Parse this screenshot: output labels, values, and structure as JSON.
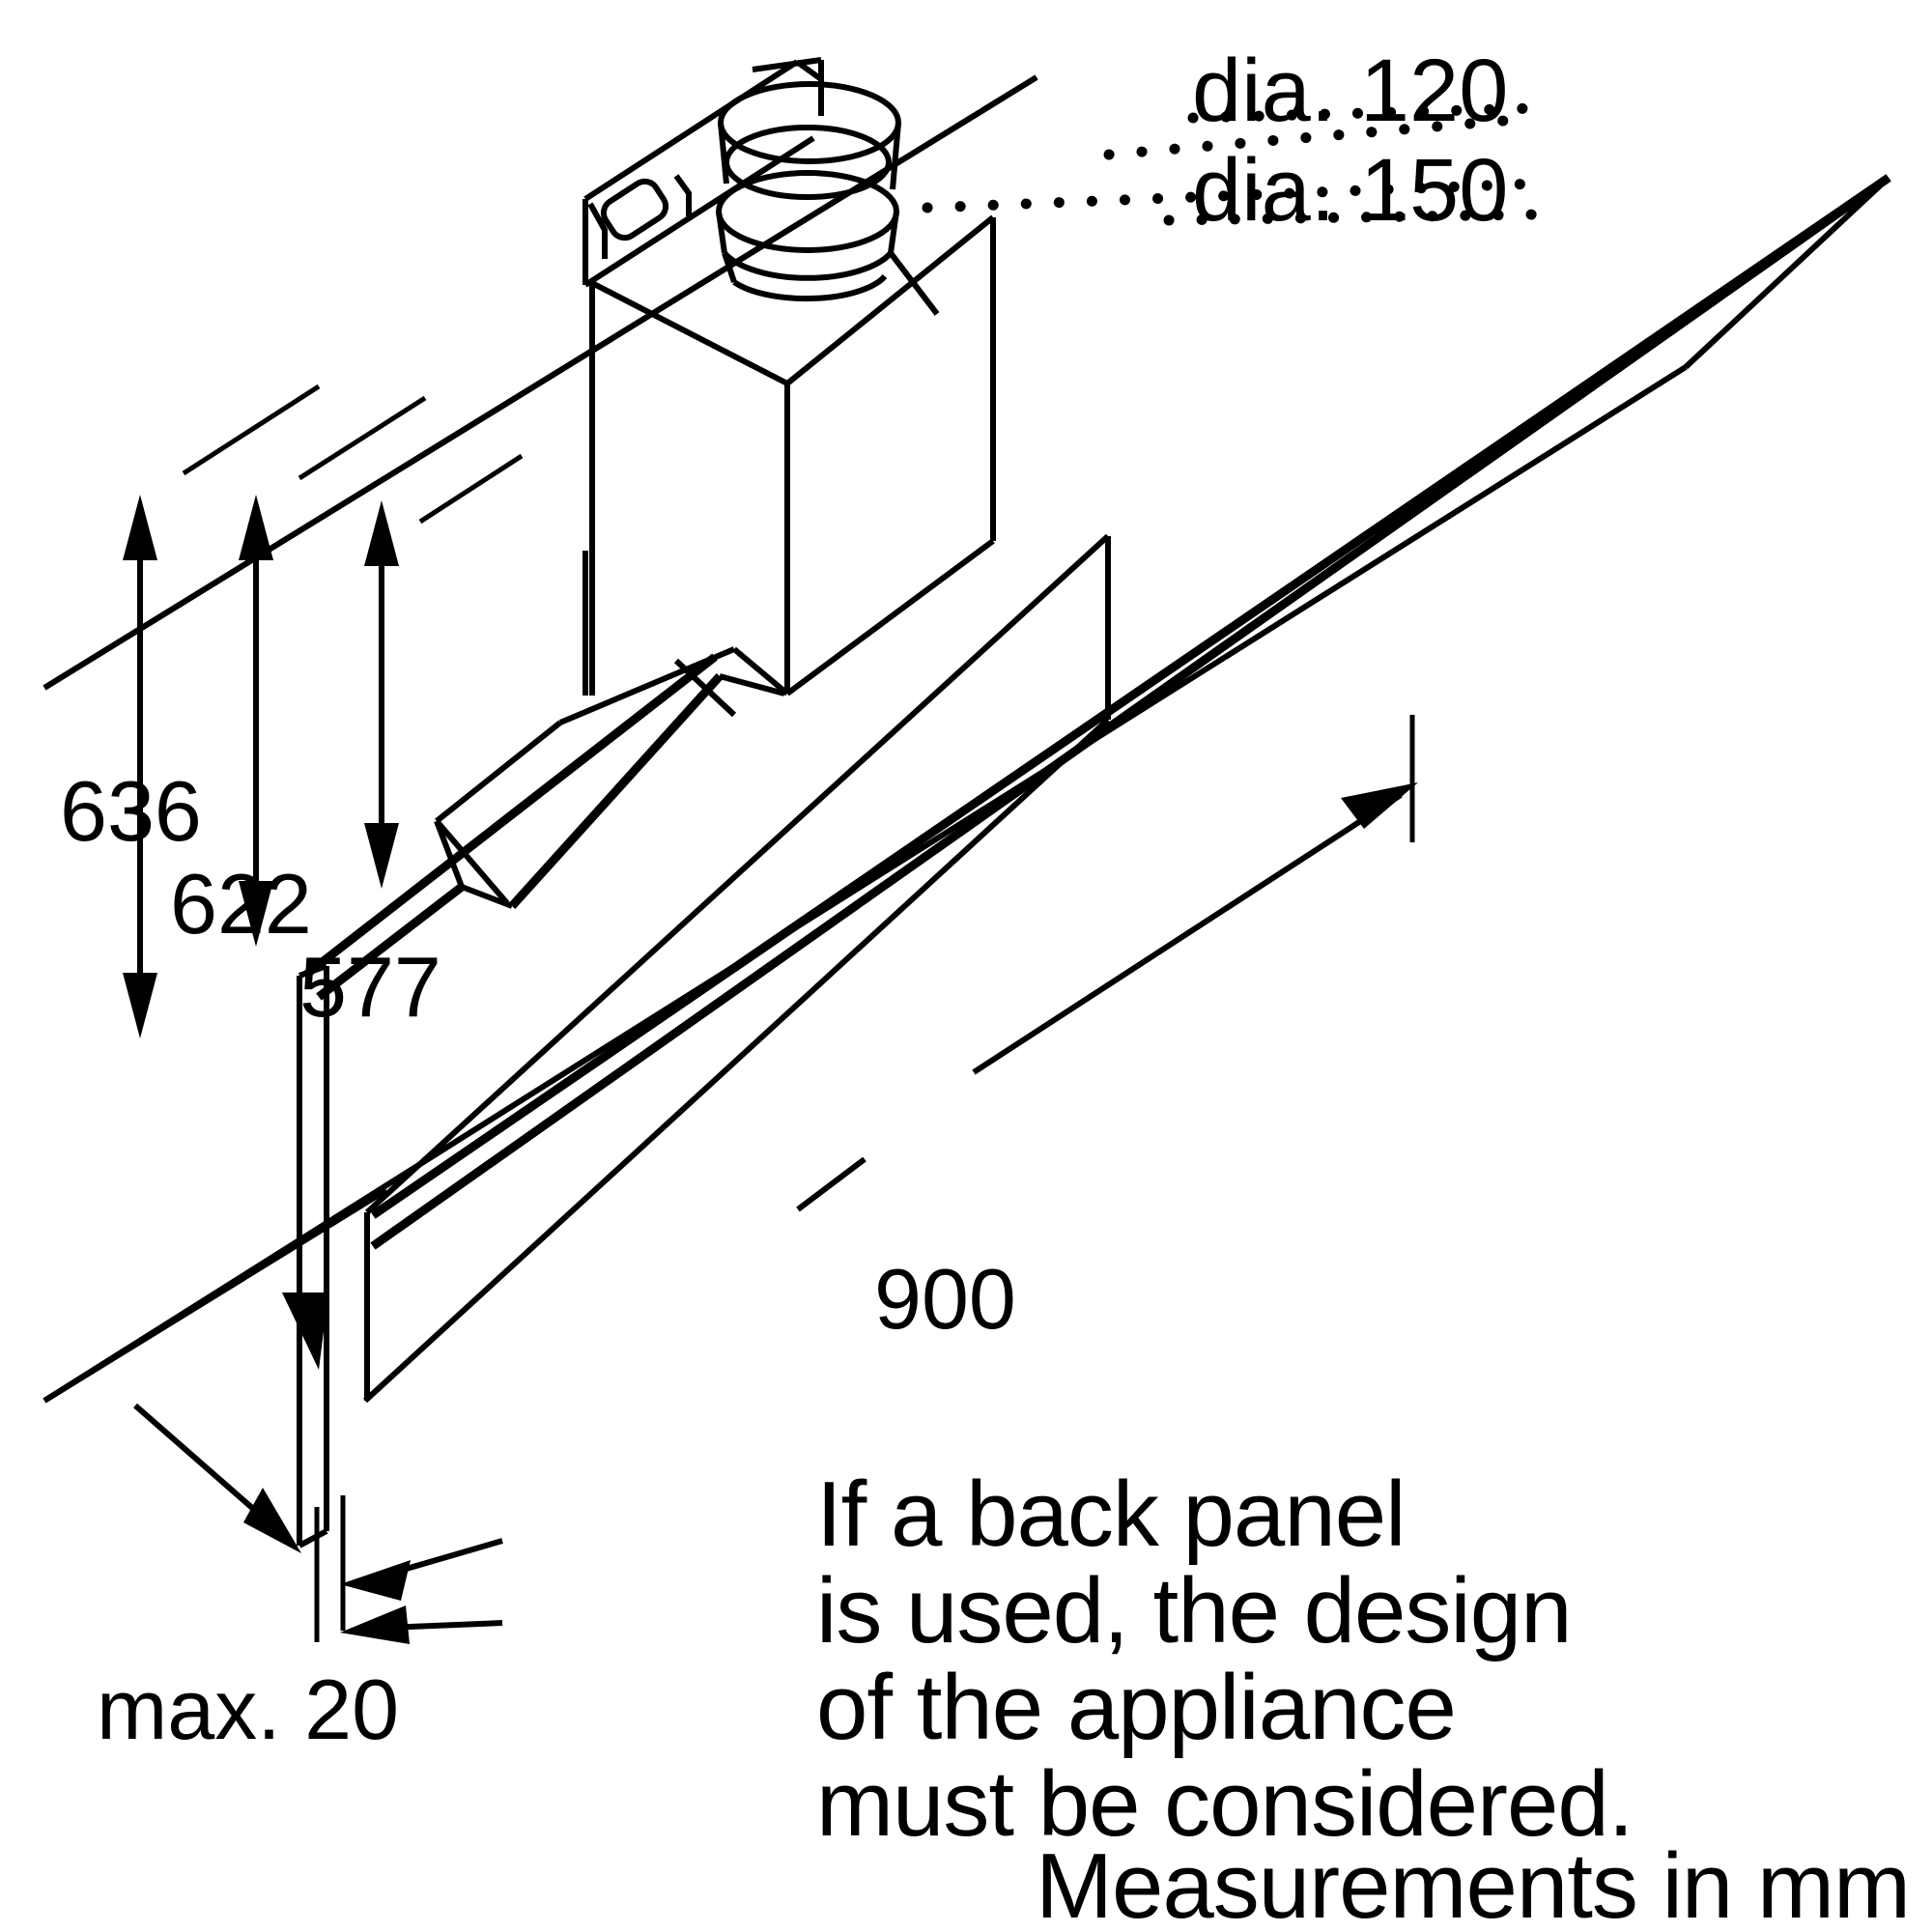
{
  "drawing": {
    "title": "Extractor hood installation dimension drawing",
    "units_note": "Measurements in mm",
    "dimensions": {
      "height_overall": "636",
      "height_middle": "622",
      "height_inner": "577",
      "width": "900",
      "panel_thickness": "max. 20"
    },
    "duct_labels": {
      "dia_small": "dia. 120",
      "dia_large": "dia. 150"
    },
    "note_lines": [
      "If a back panel",
      "is used, the design",
      "of the appliance",
      "must be considered."
    ],
    "colors": {
      "line": "#000000",
      "background": "#ffffff"
    }
  }
}
